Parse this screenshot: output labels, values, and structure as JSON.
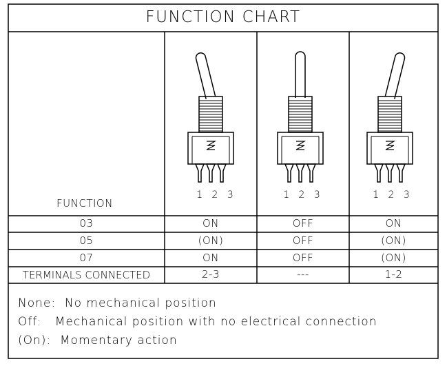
{
  "title": "FUNCTION CHART",
  "function_header": "FUNCTION",
  "switches": [
    {
      "position": "left",
      "pins": [
        "1",
        "2",
        "3"
      ]
    },
    {
      "position": "center",
      "pins": [
        "1",
        "2",
        "3"
      ]
    },
    {
      "position": "right",
      "pins": [
        "1",
        "2",
        "3"
      ]
    }
  ],
  "rows": [
    {
      "label": "03",
      "values": [
        "ON",
        "OFF",
        "ON"
      ]
    },
    {
      "label": "05",
      "values": [
        "(ON)",
        "OFF",
        "(ON)"
      ]
    },
    {
      "label": "07",
      "values": [
        "ON",
        "OFF",
        "(ON)"
      ]
    },
    {
      "label": "TERMINALS CONNECTED",
      "values": [
        "2-3",
        "---",
        "1-2"
      ]
    }
  ],
  "legend": [
    {
      "key": "None:",
      "text": "No mechanical position"
    },
    {
      "key": "Off:",
      "text": "Mechanical position with no electrical connection"
    },
    {
      "key": "(On):",
      "text": "Momentary action"
    }
  ],
  "colors": {
    "line": "#000000",
    "background": "#ffffff"
  }
}
